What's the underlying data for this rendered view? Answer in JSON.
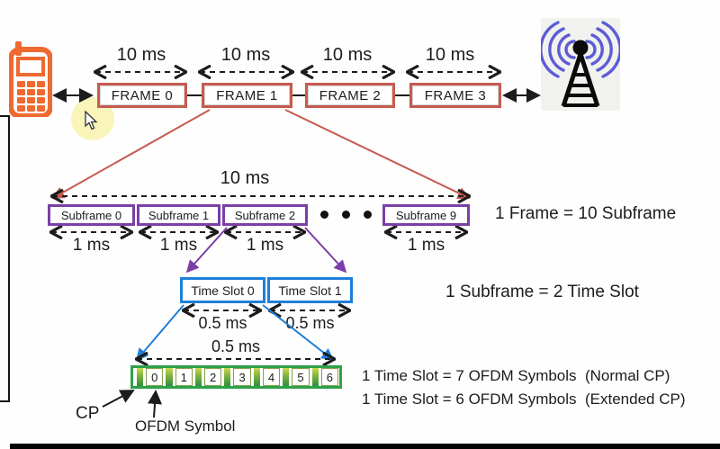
{
  "colors": {
    "frame_border": "#C65B4E",
    "subframe_border": "#7B3FA8",
    "timeslot_border": "#1F7FD8",
    "symbol_border": "#2EA14B",
    "cp_fill_top": "#C9D84E",
    "cp_fill_bottom": "#2E8F3E",
    "phone_icon": "#EE6A30",
    "antenna_waves": "#5C5CD6",
    "cursor_highlight": "#F8F1A8"
  },
  "top_row": {
    "frame_durations": [
      "10 ms",
      "10 ms",
      "10 ms",
      "10 ms"
    ],
    "frames": [
      "FRAME 0",
      "FRAME 1",
      "FRAME 2",
      "FRAME 3"
    ]
  },
  "subframe_row": {
    "total_duration": "10 ms",
    "subframes": [
      "Subframe 0",
      "Subframe 1",
      "Subframe 2",
      "Subframe 9"
    ],
    "unit_duration": "1 ms",
    "note": "1 Frame = 10 Subframe"
  },
  "timeslot_row": {
    "slots": [
      "Time Slot 0",
      "Time Slot 1"
    ],
    "unit_duration": "0.5 ms",
    "note": "1 Subframe = 2 Time Slot"
  },
  "symbol_row": {
    "duration": "0.5 ms",
    "symbols": [
      "0",
      "1",
      "2",
      "3",
      "4",
      "5",
      "6"
    ],
    "note_normal": "1 Time Slot = 7 OFDM Symbols  (Normal CP)",
    "note_extended": "1 Time Slot = 6 OFDM Symbols  (Extended CP)",
    "cp_label": "CP",
    "ofdm_label": "OFDM Symbol"
  }
}
